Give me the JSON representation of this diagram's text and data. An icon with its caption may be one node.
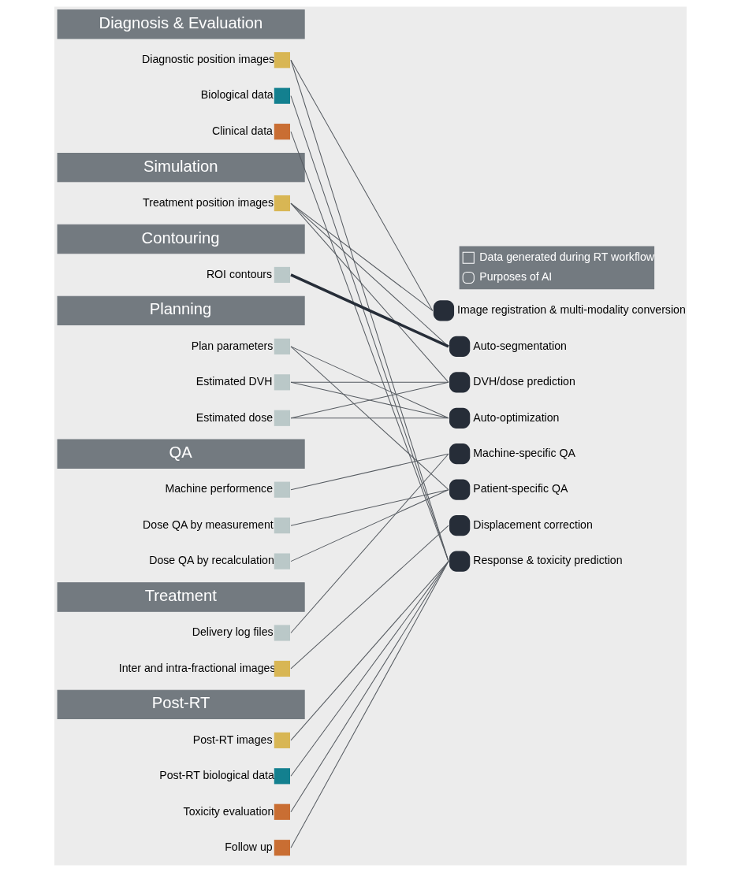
{
  "diagram": {
    "nodes": [
      {
        "text": [
          "Diagnosis & Evaluation"
        ]
      },
      {
        "text": [],
        "shape": "box",
        "beside": [
          "Diagnostic position images"
        ]
      },
      {
        "text": [],
        "shape": "box",
        "beside": [
          "Biological data"
        ]
      },
      {
        "text": [],
        "shape": "box",
        "beside": [
          "Clinical data"
        ]
      },
      {
        "text": [
          "Simulation"
        ]
      },
      {
        "text": [],
        "shape": "box",
        "beside": [
          "Treatment position images"
        ]
      },
      {
        "text": [
          "Contouring"
        ]
      },
      {
        "text": [],
        "shape": "box",
        "beside": [
          "ROI contours"
        ]
      },
      {
        "text": [
          "Planning"
        ]
      },
      {
        "text": [],
        "shape": "box",
        "beside": [
          "Plan parameters"
        ]
      },
      {
        "text": [],
        "shape": "box",
        "beside": [
          "Estimated DVH"
        ]
      },
      {
        "text": [],
        "shape": "box",
        "beside": [
          "Estimated dose"
        ]
      },
      {
        "text": [
          "QA"
        ]
      },
      {
        "text": [],
        "shape": "box",
        "beside": [
          "Machine performence"
        ]
      },
      {
        "text": [],
        "shape": "box",
        "beside": [
          "Dose QA by measurement"
        ]
      },
      {
        "text": [],
        "shape": "box",
        "beside": [
          "Dose QA by recalculation"
        ]
      },
      {
        "text": [
          "Treatment"
        ]
      },
      {
        "text": [],
        "shape": "box",
        "beside": [
          "Delivery log files"
        ]
      },
      {
        "text": [],
        "shape": "box",
        "beside": [
          "Inter and intra-fractional images"
        ]
      },
      {
        "text": [
          "Post-RT"
        ]
      },
      {
        "text": [],
        "shape": "box",
        "beside": [
          "Post-RT images"
        ]
      },
      {
        "text": [],
        "shape": "box",
        "beside": [
          "Post-RT biological data"
        ]
      },
      {
        "text": [],
        "shape": "box",
        "beside": [
          "Toxicity evaluation"
        ]
      },
      {
        "text": [],
        "shape": "box",
        "beside": [
          "Follow up"
        ]
      },
      {
        "text": [],
        "shape": "circle",
        "beside": [
          "Image registration & multi-modality conversion"
        ]
      },
      {
        "text": [],
        "shape": "circle",
        "beside": [
          "Auto-segmentation"
        ]
      },
      {
        "text": [],
        "shape": "circle",
        "beside": [
          "DVH/dose prediction"
        ]
      },
      {
        "text": [],
        "shape": "circle",
        "beside": [
          "Auto-optimization"
        ]
      },
      {
        "text": [],
        "shape": "circle",
        "beside": [
          "Machine-specific QA"
        ]
      },
      {
        "text": [],
        "shape": "circle",
        "beside": [
          "Patient-specific QA"
        ]
      },
      {
        "text": [],
        "shape": "circle",
        "beside": [
          "Displacement correction"
        ]
      },
      {
        "text": [],
        "shape": "circle",
        "beside": [
          "Response & toxicity prediction"
        ]
      }
    ],
    "edges": [
      {
        "from": 1,
        "to": 24,
        "arrow": "none"
      },
      {
        "from": 1,
        "to": 31,
        "arrow": "none"
      },
      {
        "from": 2,
        "to": 31,
        "arrow": "none"
      },
      {
        "from": 3,
        "to": 31,
        "arrow": "none"
      },
      {
        "from": 5,
        "to": 24,
        "arrow": "none"
      },
      {
        "from": 5,
        "to": 25,
        "arrow": "none"
      },
      {
        "from": 5,
        "to": 26,
        "arrow": "none"
      },
      {
        "from": 7,
        "to": 25,
        "arrow": "none",
        "style": "thick"
      },
      {
        "from": 9,
        "to": 27,
        "arrow": "none"
      },
      {
        "from": 9,
        "to": 29,
        "arrow": "none"
      },
      {
        "from": 10,
        "to": 26,
        "arrow": "none"
      },
      {
        "from": 10,
        "to": 27,
        "arrow": "none"
      },
      {
        "from": 11,
        "to": 26,
        "arrow": "none"
      },
      {
        "from": 11,
        "to": 27,
        "arrow": "none"
      },
      {
        "from": 13,
        "to": 28,
        "arrow": "none"
      },
      {
        "from": 14,
        "to": 29,
        "arrow": "none"
      },
      {
        "from": 15,
        "to": 29,
        "arrow": "none"
      },
      {
        "from": 17,
        "to": 28,
        "arrow": "none"
      },
      {
        "from": 18,
        "to": 30,
        "arrow": "none"
      },
      {
        "from": 20,
        "to": 31,
        "arrow": "none"
      },
      {
        "from": 21,
        "to": 31,
        "arrow": "none"
      },
      {
        "from": 22,
        "to": 31,
        "arrow": "none"
      },
      {
        "from": 23,
        "to": 31,
        "arrow": "none"
      }
    ],
    "legend": [
      {
        "text": "Data generated during RT workflow"
      },
      {
        "text": "Purposes of AI"
      }
    ]
  }
}
